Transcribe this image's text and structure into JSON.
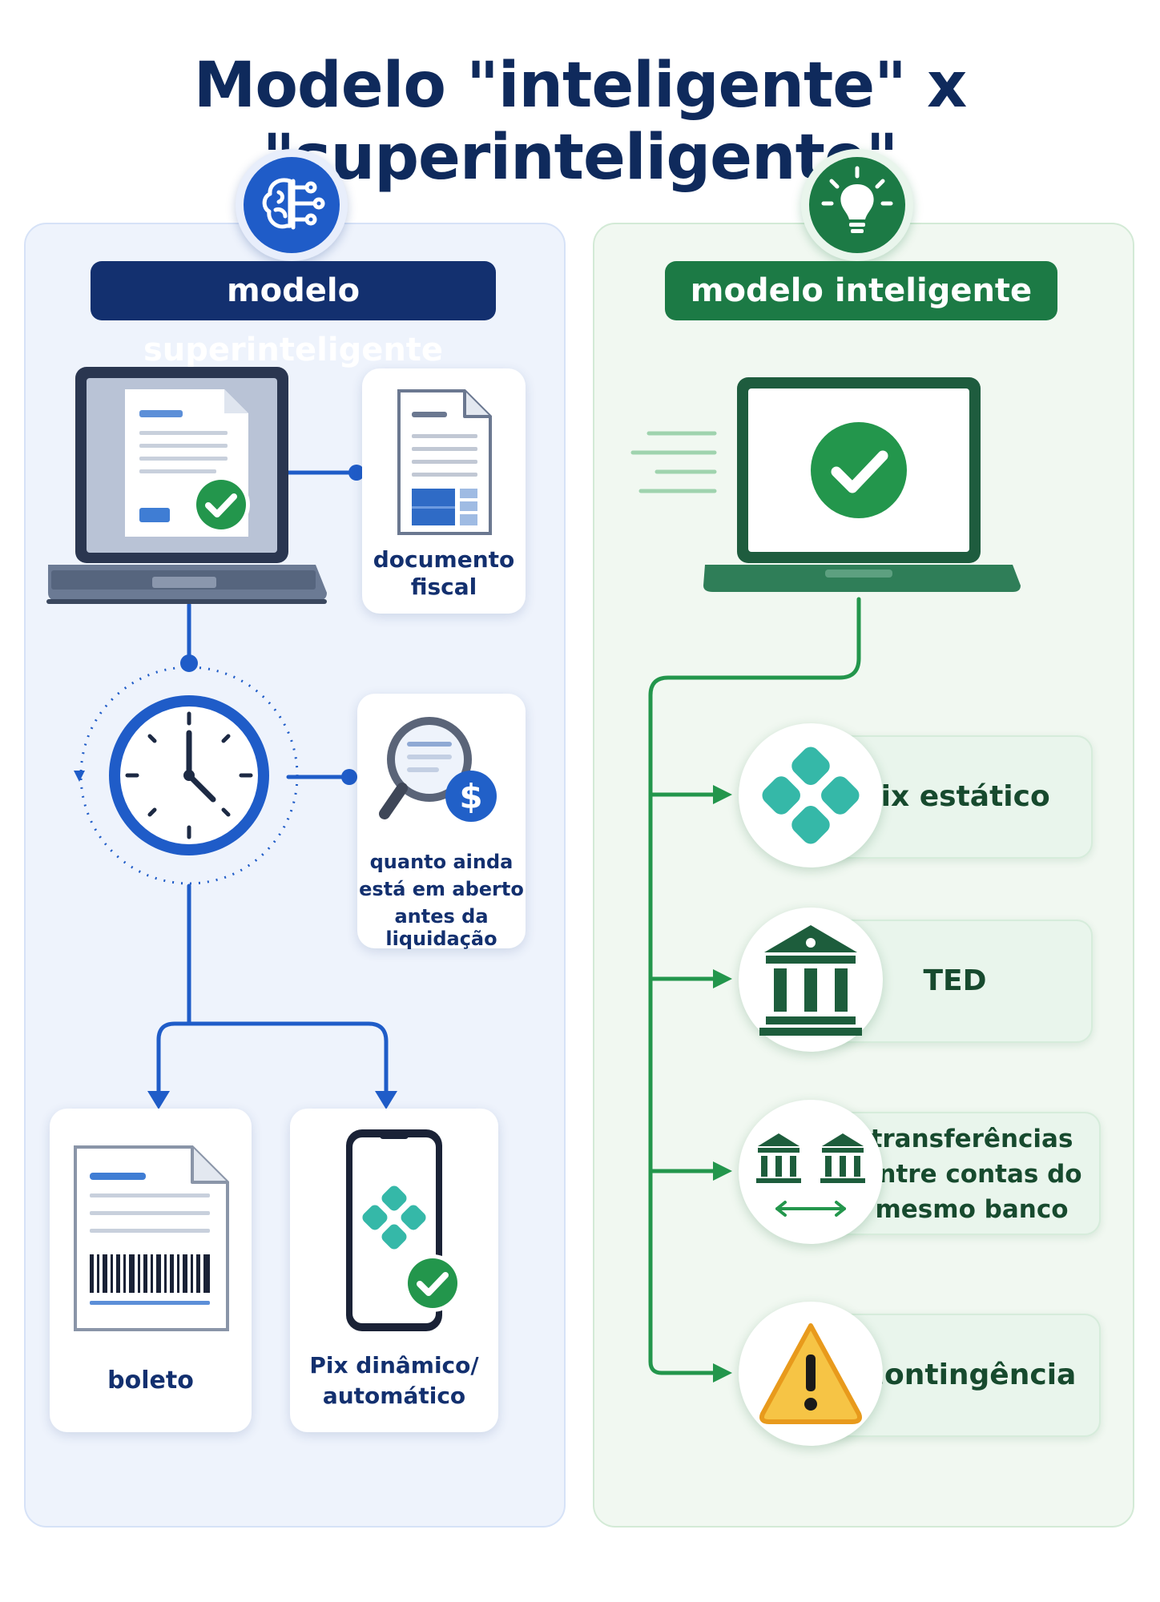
{
  "title": "Modelo \"inteligente\" x \"superinteligente\"",
  "left": {
    "header": "modelo superinteligente",
    "nodes": {
      "documento_fiscal": [
        "documento",
        "fiscal"
      ],
      "quanto": [
        "quanto ainda",
        "está em aberto",
        "antes da liquidação"
      ],
      "boleto": "boleto",
      "pix_dinamico": [
        "Pix dinâmico/",
        "automático"
      ]
    }
  },
  "right": {
    "header": "modelo inteligente",
    "items": [
      {
        "label": [
          "Pix estático"
        ],
        "icon": "pix-icon"
      },
      {
        "label": [
          "TED"
        ],
        "icon": "bank-icon"
      },
      {
        "label": [
          "transferências",
          "entre contas do",
          "mesmo banco"
        ],
        "icon": "banks-transfer-icon"
      },
      {
        "label": [
          "contingência"
        ],
        "icon": "warning-icon"
      }
    ]
  },
  "colors": {
    "navy": "#13306f",
    "blue": "#1f5cc8",
    "green": "#1c7a45",
    "teal": "#35b8a8",
    "warning": "#f6c445"
  }
}
